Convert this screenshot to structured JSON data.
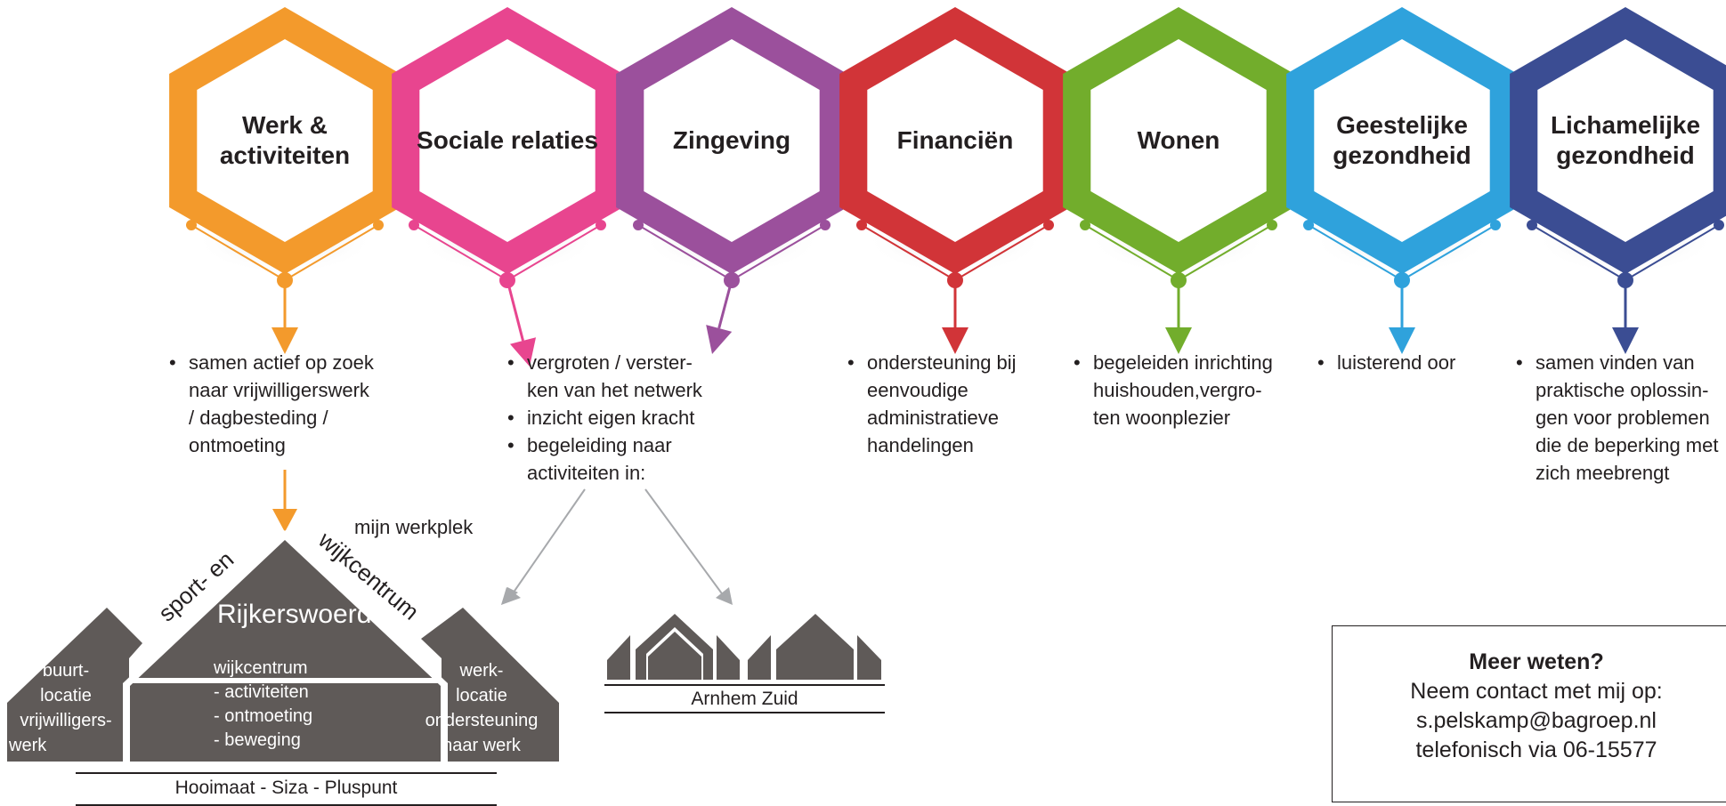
{
  "domains": [
    {
      "id": "werk",
      "title_lines": [
        "Werk &",
        "activiteiten"
      ],
      "color": "#f39a2c",
      "bullets": [
        [
          "samen actief op zoek",
          "naar vrijwilligerswerk",
          "/ dagbesteding /",
          "ontmoeting"
        ]
      ]
    },
    {
      "id": "sociaal",
      "title_lines": [
        "Sociale relaties"
      ],
      "color": "#e8458f",
      "bullets": [
        [
          "vergroten / verster-",
          "ken van het netwerk"
        ],
        [
          "inzicht eigen kracht"
        ],
        [
          "begeleiding naar",
          "activiteiten in:"
        ]
      ]
    },
    {
      "id": "zingeving",
      "title_lines": [
        "Zingeving"
      ],
      "color": "#9b509c",
      "bullets": []
    },
    {
      "id": "financien",
      "title_lines": [
        "Financiën"
      ],
      "color": "#d13438",
      "bullets": [
        [
          "ondersteuning bij",
          "eenvoudige",
          "administratieve",
          "handelingen"
        ]
      ]
    },
    {
      "id": "wonen",
      "title_lines": [
        "Wonen"
      ],
      "color": "#72ad2c",
      "bullets": [
        [
          "begeleiden inrichting",
          "huishouden,vergro-",
          "ten woonplezier"
        ]
      ]
    },
    {
      "id": "geestelijk",
      "title_lines": [
        "Geestelijke",
        "gezondheid"
      ],
      "color": "#2fa2dc",
      "bullets": [
        [
          "luisterend oor"
        ]
      ]
    },
    {
      "id": "lichamelijk",
      "title_lines": [
        "Lichamelijke",
        "gezondheid"
      ],
      "color": "#3b4d93",
      "bullets": [
        [
          "samen vinden van",
          "praktische oplossin-",
          "gen voor problemen",
          "die de beperking met",
          "zich meebrengt"
        ]
      ]
    }
  ],
  "sport_center": {
    "arc_left": "sport- en",
    "arc_right": "wijkcentrum",
    "caption": "mijn werkplek",
    "name": "Rijkerswoerd",
    "lines": [
      "wijkcentrum",
      "- activiteiten",
      "- ontmoeting",
      "- beweging"
    ]
  },
  "left_house": {
    "lines": [
      "buurt-",
      "locatie",
      "vrijwilligers-",
      "werk"
    ]
  },
  "right_house": {
    "lines": [
      "werk-",
      "locatie",
      "ondersteuning",
      "naar werk"
    ]
  },
  "base_label": "Hooimaat - Siza - Pluspunt",
  "district_label": "Arnhem Zuid",
  "contact": {
    "title": "Meer weten?",
    "lines": [
      "Neem contact met mij op:",
      "s.pelskamp@bagroep.nl",
      "telefonisch via 06-15577"
    ]
  },
  "colors": {
    "house": "#5f5a58",
    "arrow_grey": "#a7a9ac",
    "text": "#231f20"
  }
}
